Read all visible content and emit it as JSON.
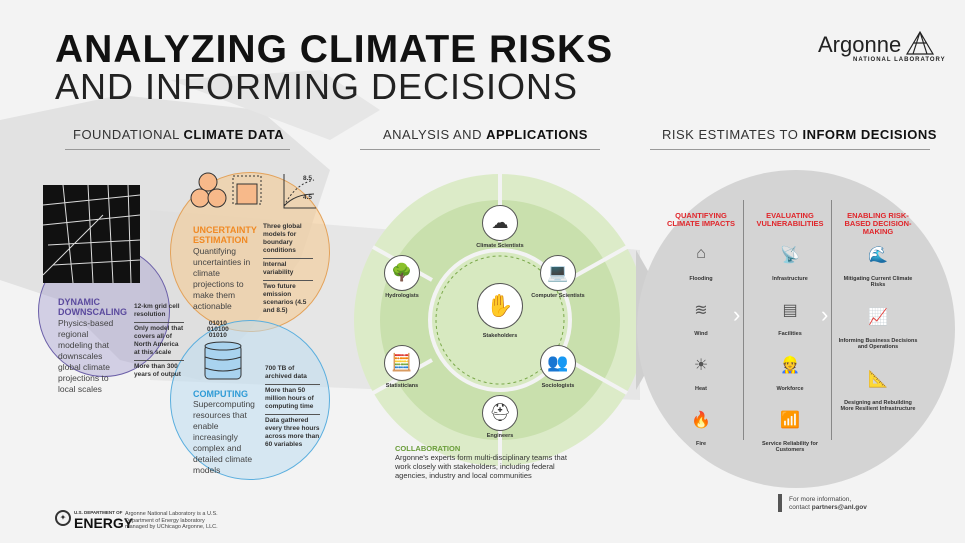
{
  "header": {
    "title_line1": "ANALYZING CLIMATE RISKS",
    "title_line2": "AND INFORMING DECISIONS",
    "logo_name": "Argonne",
    "logo_sub": "NATIONAL LABORATORY"
  },
  "sections": {
    "foundational": {
      "prefix": "FOUNDATIONAL ",
      "bold": "CLIMATE DATA"
    },
    "analysis": {
      "prefix": "ANALYSIS AND ",
      "bold": "APPLICATIONS"
    },
    "risk": {
      "prefix": "RISK ESTIMATES TO ",
      "bold": "INFORM DECISIONS"
    }
  },
  "colors": {
    "purple": "#5b4a9e",
    "orange": "#f08a24",
    "blue": "#2f9bd6",
    "red": "#e0262b",
    "green": "#8fbf5a"
  },
  "downscaling": {
    "title_1": "DYNAMIC",
    "title_2": "DOWNSCALING",
    "desc": "Physics-based regional modeling that downscales global climate projections to local scales",
    "facts": [
      "12-km grid cell resolution",
      "Only model that covers all of North America at this scale",
      "More than 300 years of output"
    ]
  },
  "uncertainty": {
    "title_1": "UNCERTAINTY",
    "title_2": "ESTIMATION",
    "desc": "Quantifying uncertainties in climate projections to make them actionable",
    "facts": [
      "Three global models for boundary conditions",
      "Internal variability",
      "Two future emission scenarios (4.5 and 8.5)"
    ],
    "chart_labels": [
      "8.5",
      "4.5"
    ]
  },
  "computing": {
    "title": "COMPUTING",
    "desc": "Supercomputing resources that enable increasingly complex and detailed climate models",
    "facts": [
      "700 TB of archived data",
      "More than 50 million hours of computing time",
      "Data gathered every three hours across more than 60 variables"
    ],
    "binary": [
      "01010",
      "010100",
      "01010"
    ]
  },
  "wheel": {
    "center": "Stakeholders",
    "roles": [
      "Climate Scientists",
      "Computer Scientists",
      "Sociologists",
      "Engineers",
      "Statisticians",
      "Hydrologists"
    ]
  },
  "collaboration": {
    "title": "COLLABORATION",
    "desc": "Argonne's experts form multi-disciplinary teams that work closely with stakeholders, including federal agencies, industry and local communities"
  },
  "risk": {
    "columns": [
      {
        "title": "QUANTIFYING CLIMATE IMPACTS",
        "items": [
          "Flooding",
          "Wind",
          "Heat",
          "Fire"
        ]
      },
      {
        "title": "EVALUATING VULNERABILITIES",
        "items": [
          "Infrastructure",
          "Facilities",
          "Workforce",
          "Service Reliability for Customers"
        ]
      },
      {
        "title": "ENABLING RISK-BASED DECISION-MAKING",
        "items": [
          "Mitigating Current Climate Risks",
          "Informing Business Decisions and Operations",
          "Designing and Rebuilding More Resilient Infrastructure"
        ]
      }
    ]
  },
  "footer": {
    "doe_small": "U.S. DEPARTMENT OF",
    "doe_big": "ENERGY",
    "doe_text": "Argonne National Laboratory is a U.S. Department of Energy laboratory managed by UChicago Argonne, LLC.",
    "contact_1": "For more information,",
    "contact_2": "contact ",
    "contact_email": "partners@anl.gov"
  }
}
